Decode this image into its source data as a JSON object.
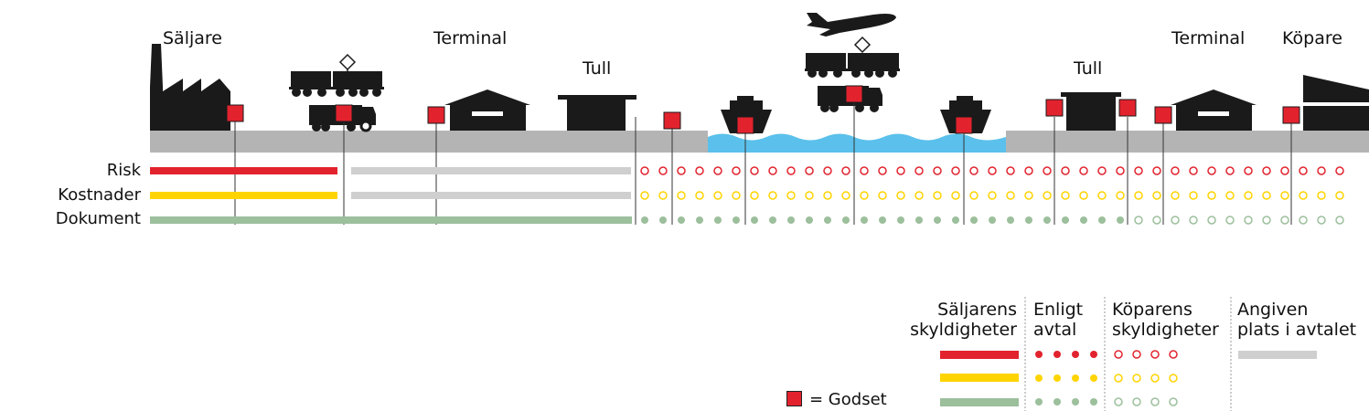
{
  "locations": {
    "seller": "Säljare",
    "terminal_left": "Terminal",
    "customs_left": "Tull",
    "customs_right": "Tull",
    "terminal_right": "Terminal",
    "buyer": "Köpare"
  },
  "rows": {
    "risk": "Risk",
    "costs": "Kostnader",
    "documents": "Dokument"
  },
  "legend": {
    "seller_duties": [
      "Säljarens",
      "skyldigheter"
    ],
    "as_agreed": [
      "Enligt",
      "avtal"
    ],
    "buyer_duties": [
      "Köparens",
      "skyldigheter"
    ],
    "agreed_place": [
      "Angiven",
      "plats i avtalet"
    ],
    "goods": "= Godset"
  },
  "colors": {
    "risk": "#e2232e",
    "costs": "#ffd400",
    "documents": "#9cbf9c",
    "agreed_place": "#cfcfcf",
    "ground": "#b4b4b4",
    "water": "#5bc0eb",
    "goods": "#e2232e",
    "silhouette": "#1a1a1a"
  }
}
